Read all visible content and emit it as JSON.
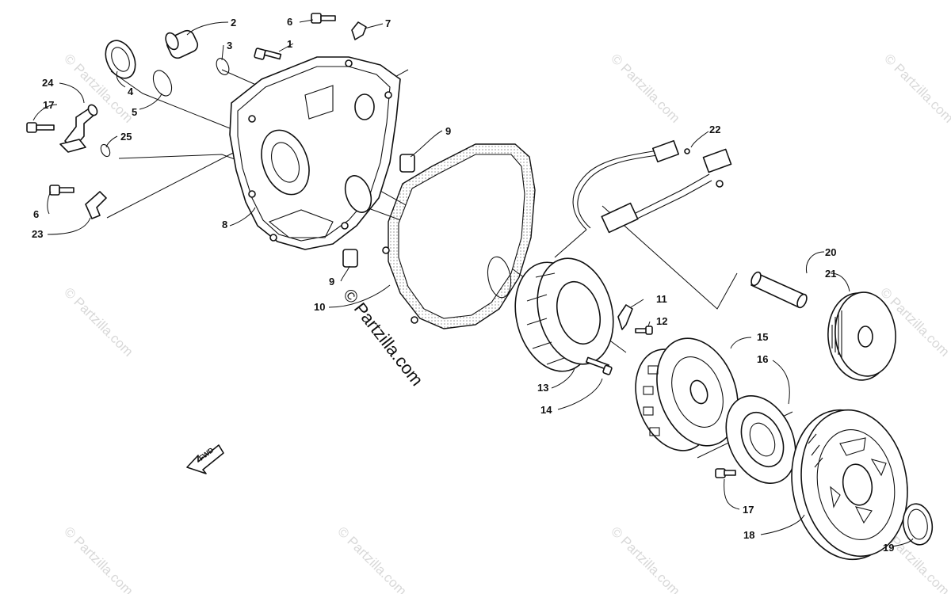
{
  "watermark": {
    "main": "© Partzilla.com",
    "faint": "© Partzilla.com"
  },
  "fwd_label": "FWD",
  "callouts": {
    "c1": "1",
    "c2": "2",
    "c3": "3",
    "c4": "4",
    "c5": "5",
    "c6a": "6",
    "c6b": "6",
    "c7": "7",
    "c8": "8",
    "c9a": "9",
    "c9b": "9",
    "c10": "10",
    "c11": "11",
    "c12": "12",
    "c13": "13",
    "c14": "14",
    "c15": "15",
    "c16": "16",
    "c17a": "17",
    "c17b": "17",
    "c18": "18",
    "c19": "19",
    "c20": "20",
    "c21": "21",
    "c22": "22",
    "c23": "23",
    "c24": "24",
    "c25": "25"
  }
}
